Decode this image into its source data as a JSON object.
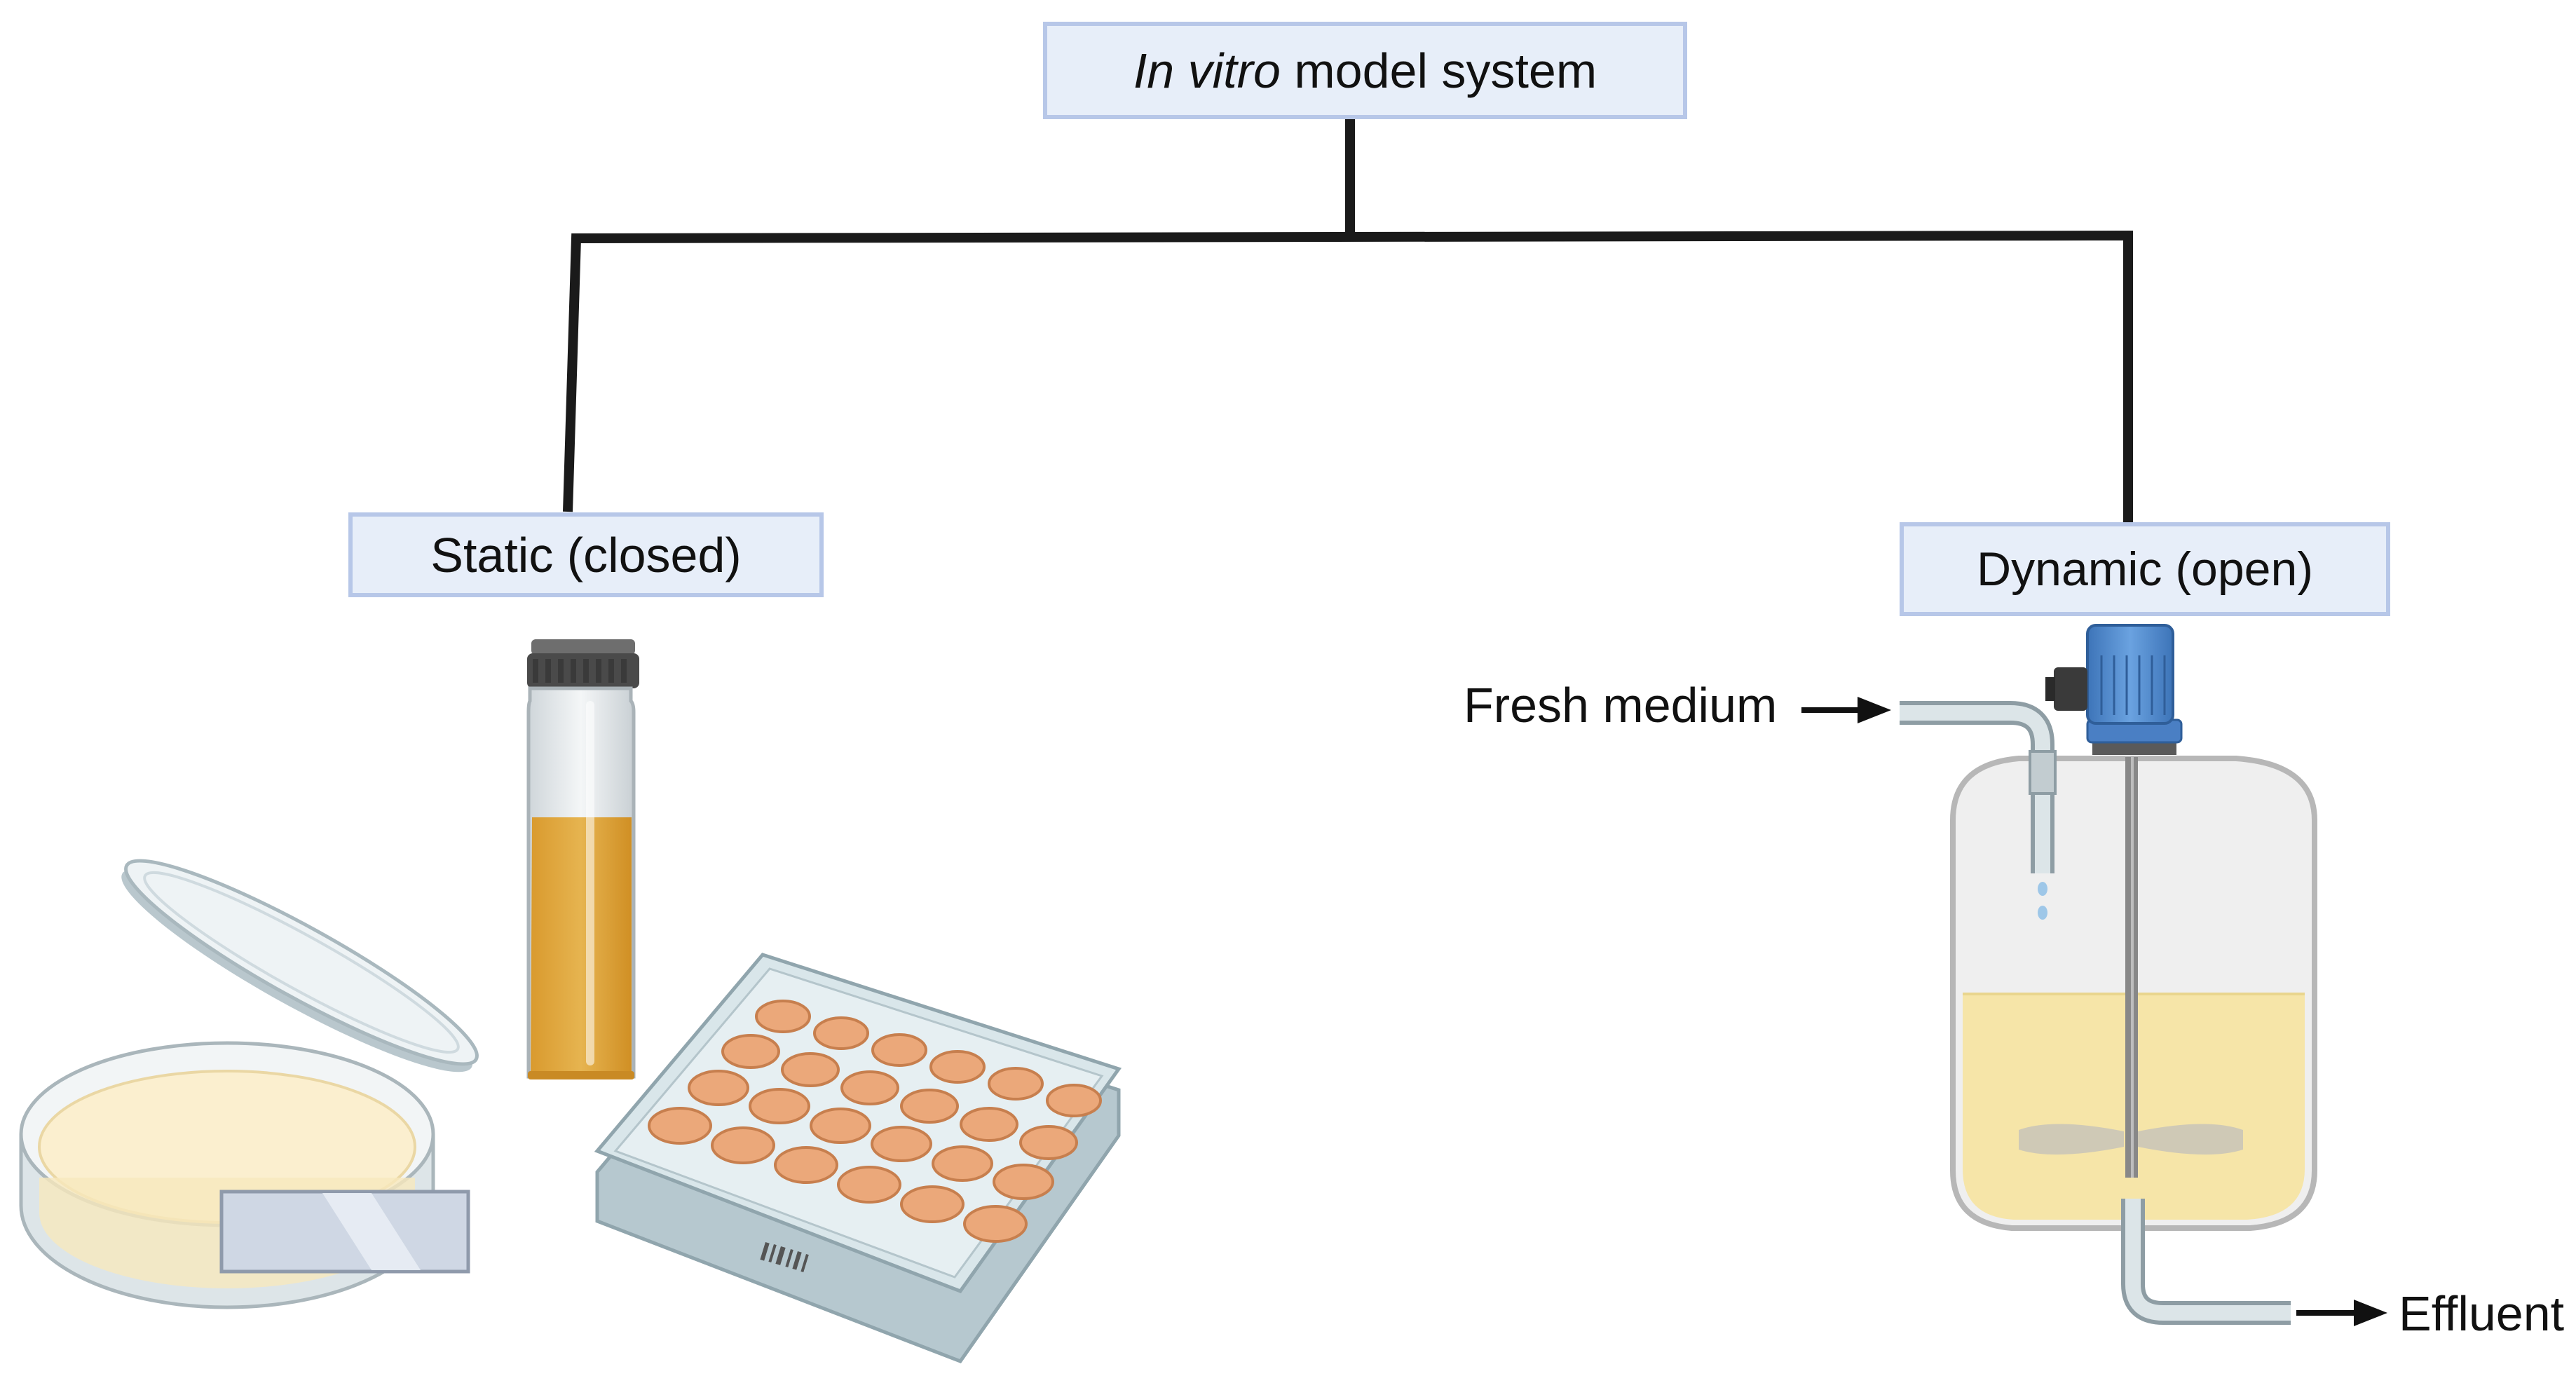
{
  "root": {
    "italic": "In vitro",
    "rest": " model system"
  },
  "branches": {
    "static": {
      "label": "Static (closed)"
    },
    "dynamic": {
      "label": "Dynamic (open)"
    }
  },
  "bioreactor": {
    "inlet_label": "Fresh medium",
    "outlet_label": "Effluent"
  },
  "colors": {
    "box_fill": "#e7eef9",
    "box_border": "#b7c7e8",
    "connector": "#1a1a1a",
    "broth": "#e0aa4a",
    "well": "#eba87a",
    "medium": "#f6e5a8",
    "motor": "#5b8fd1"
  }
}
